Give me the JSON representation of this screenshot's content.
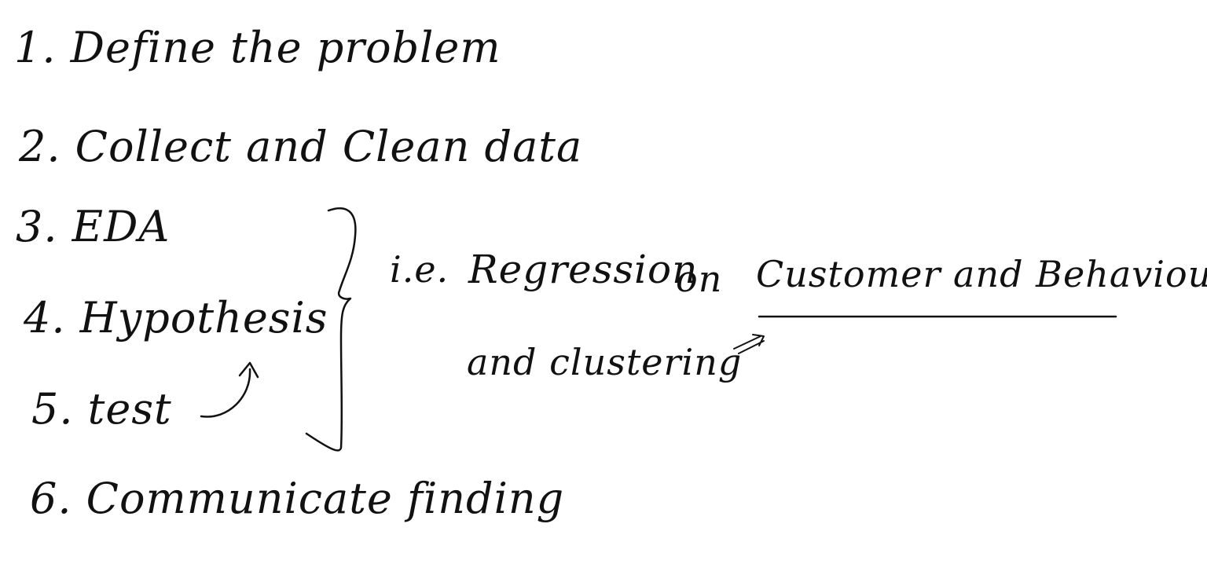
{
  "notes": {
    "steps": [
      "1. Define the problem",
      "2. Collect and Clean data",
      "3. EDA",
      "4. Hypothesis",
      "5. test",
      "6. Communicate finding"
    ],
    "annotation": {
      "prefix": "i.e.",
      "method": "Regression",
      "connector": "on",
      "target": "Customer and Behaviour",
      "line2": "and clustering"
    }
  },
  "colors": {
    "background": "#ffffff",
    "ink": "#111111"
  }
}
